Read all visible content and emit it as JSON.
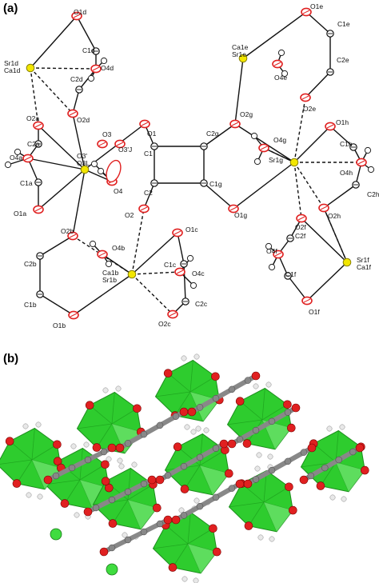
{
  "panels": {
    "a": {
      "label": "(a)"
    },
    "b": {
      "label": "(b)"
    }
  },
  "colors": {
    "oxygen": "#e02020",
    "strontium": "#f2e600",
    "carbon": "#888888",
    "hydrogen": "#e8e8e8",
    "polyhedron": "#2ecc2e",
    "bond": "#111111"
  },
  "atoms": [
    {
      "id": "O1d",
      "label": "O1d",
      "el": "O"
    },
    {
      "id": "C1d",
      "label": "C1d",
      "el": "C"
    },
    {
      "id": "O4d",
      "label": "O4d",
      "el": "O"
    },
    {
      "id": "Sr1d",
      "label": "Sr1d\nCa1d",
      "el": "Sr"
    },
    {
      "id": "C2d",
      "label": "C2d",
      "el": "C"
    },
    {
      "id": "O2d",
      "label": "O2d",
      "el": "O"
    },
    {
      "id": "O2a",
      "label": "O2a",
      "el": "O"
    },
    {
      "id": "C2a",
      "label": "C2a",
      "el": "C"
    },
    {
      "id": "O4a",
      "label": "O4a",
      "el": "O"
    },
    {
      "id": "C1a",
      "label": "C1a",
      "el": "C"
    },
    {
      "id": "O1a",
      "label": "O1a",
      "el": "O"
    },
    {
      "id": "Sr1",
      "label": "O3'\nO3L",
      "el": "Sr"
    },
    {
      "id": "O3",
      "label": "O3",
      "el": "O"
    },
    {
      "id": "O3J",
      "label": "O3'J",
      "el": "O"
    },
    {
      "id": "O4",
      "label": "O4",
      "el": "O"
    },
    {
      "id": "O1",
      "label": "O1",
      "el": "O"
    },
    {
      "id": "C1",
      "label": "C1",
      "el": "C"
    },
    {
      "id": "C2",
      "label": "C2",
      "el": "C"
    },
    {
      "id": "O2",
      "label": "O2",
      "el": "O"
    },
    {
      "id": "C2g",
      "label": "C2g",
      "el": "C"
    },
    {
      "id": "C1g",
      "label": "C1g",
      "el": "C"
    },
    {
      "id": "O2g",
      "label": "O2g",
      "el": "O"
    },
    {
      "id": "O1g",
      "label": "O1g",
      "el": "O"
    },
    {
      "id": "O2b",
      "label": "O2b",
      "el": "O"
    },
    {
      "id": "C2b",
      "label": "C2b",
      "el": "C"
    },
    {
      "id": "O4b",
      "label": "O4b",
      "el": "O"
    },
    {
      "id": "Sr1b",
      "label": "Ca1b\nSr1b",
      "el": "Sr"
    },
    {
      "id": "C1b",
      "label": "C1b",
      "el": "C"
    },
    {
      "id": "O1b",
      "label": "O1b",
      "el": "O"
    },
    {
      "id": "O1c",
      "label": "O1c",
      "el": "O"
    },
    {
      "id": "C1c",
      "label": "C1c",
      "el": "C"
    },
    {
      "id": "O4c",
      "label": "O4c",
      "el": "O"
    },
    {
      "id": "C2c",
      "label": "C2c",
      "el": "C"
    },
    {
      "id": "O2c",
      "label": "O2c",
      "el": "O"
    },
    {
      "id": "O1e",
      "label": "O1e",
      "el": "O"
    },
    {
      "id": "C1e",
      "label": "C1e",
      "el": "C"
    },
    {
      "id": "Sr1e",
      "label": "Ca1e\nSr1e",
      "el": "Sr"
    },
    {
      "id": "O4e",
      "label": "O4e",
      "el": "O"
    },
    {
      "id": "C2e",
      "label": "C2e",
      "el": "C"
    },
    {
      "id": "O2e",
      "label": "O2e",
      "el": "O"
    },
    {
      "id": "O4g",
      "label": "O4g",
      "el": "O"
    },
    {
      "id": "Sr1g",
      "label": "Sr1g",
      "el": "Sr"
    },
    {
      "id": "O1h",
      "label": "O1h",
      "el": "O"
    },
    {
      "id": "C1h",
      "label": "C1h",
      "el": "C"
    },
    {
      "id": "O4h",
      "label": "O4h",
      "el": "O"
    },
    {
      "id": "C2h",
      "label": "C2h",
      "el": "C"
    },
    {
      "id": "O2h",
      "label": "O2h",
      "el": "O"
    },
    {
      "id": "O2f",
      "label": "O2f",
      "el": "O"
    },
    {
      "id": "C2f",
      "label": "C2f",
      "el": "C"
    },
    {
      "id": "O4f",
      "label": "O4f",
      "el": "O"
    },
    {
      "id": "C1f",
      "label": "C1f",
      "el": "C"
    },
    {
      "id": "Sr1f",
      "label": "Sr1f\nCa1f",
      "el": "Sr"
    },
    {
      "id": "O1f",
      "label": "O1f",
      "el": "O"
    }
  ]
}
